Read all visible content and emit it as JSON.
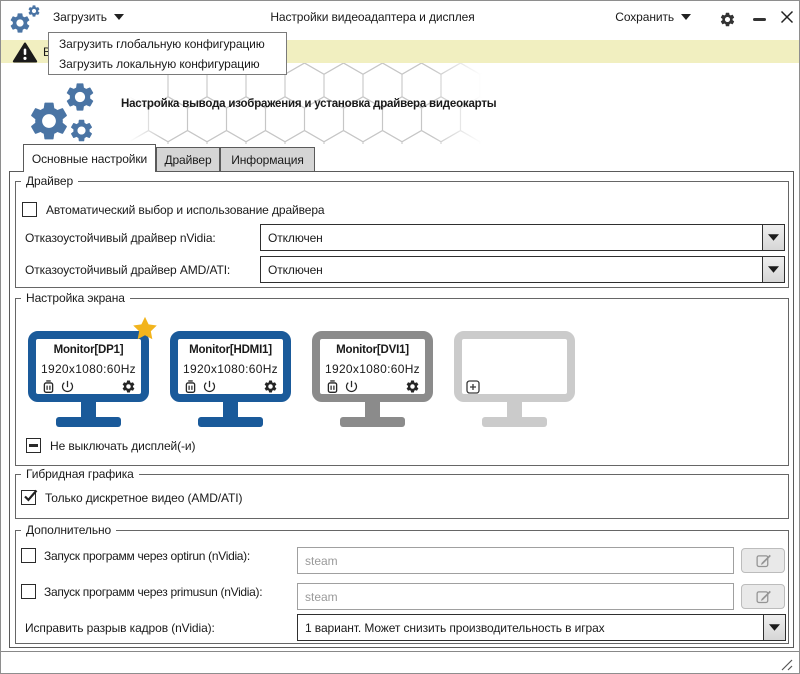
{
  "titlebar": {
    "load_label": "Загрузить",
    "title": "Настройки видеоадаптера и дисплея",
    "save_label": "Сохранить"
  },
  "load_menu": {
    "items": [
      "Загрузить глобальную конфигурацию",
      "Загрузить локальную конфигурацию"
    ]
  },
  "warning_bar": {
    "visible_text": "В"
  },
  "header": {
    "tagline": "Настройка вывода изображения и установка драйвера видеокарты"
  },
  "tabs": {
    "tab1": "Основные настройки",
    "tab2": "Драйвер",
    "tab3": "Информация"
  },
  "driver_group": {
    "legend": "Драйвер",
    "auto_checkbox_label": "Автоматический выбор и использование драйвера",
    "nvidia_label": "Отказоустойчивый драйвер nVidia:",
    "nvidia_value": "Отключен",
    "amd_label": "Отказоустойчивый драйвер AMD/ATI:",
    "amd_value": "Отключен"
  },
  "screen_group": {
    "legend": "Настройка экрана",
    "monitors": [
      {
        "name": "Monitor[DP1]",
        "mode": "1920x1080:60Hz"
      },
      {
        "name": "Monitor[HDMI1]",
        "mode": "1920x1080:60Hz"
      },
      {
        "name": "Monitor[DVI1]",
        "mode": "1920x1080:60Hz"
      },
      {
        "name": "",
        "mode": ""
      }
    ],
    "keep_on_label": "Не выключать дисплей(-и)"
  },
  "hybrid_group": {
    "legend": "Гибридная графика",
    "discrete_checkbox_label": "Только дискретное видео (AMD/ATI)"
  },
  "extra_group": {
    "legend": "Дополнительно",
    "optirun_label": "Запуск программ через optirun (nVidia):",
    "optirun_value": "steam",
    "primusun_label": "Запуск программ через primusun (nVidia):",
    "primusun_value": "steam",
    "tearing_label": "Исправить разрыв кадров (nVidia):",
    "tearing_value": "1 вариант. Может снизить производительность в играх"
  },
  "colors": {
    "monitor_active": "#1a5a9a",
    "monitor_inactive": "#8b8b8b",
    "monitor_empty": "#cbcbcb",
    "star": "#f2b41d",
    "warning_bg": "#f1efc0",
    "logo_blue": "#4a74a4"
  }
}
